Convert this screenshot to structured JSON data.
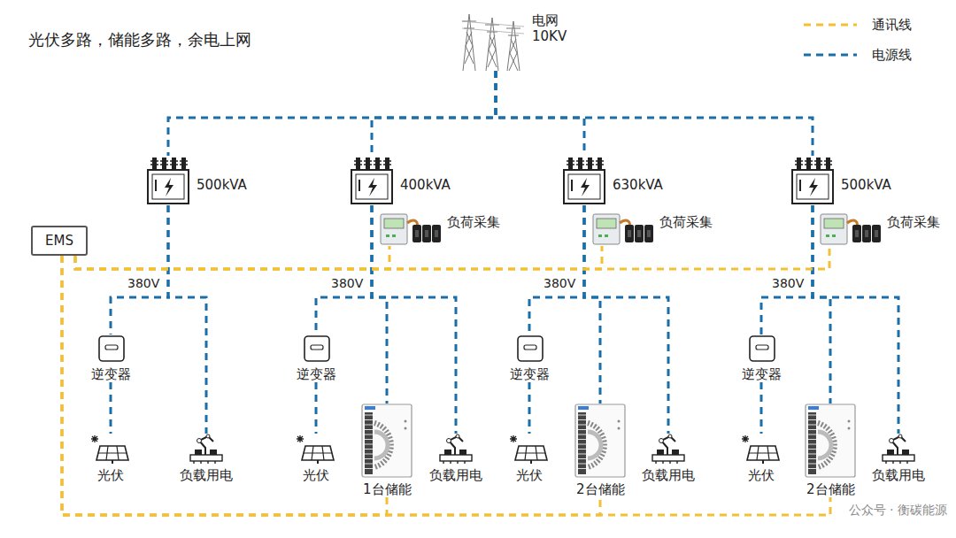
{
  "diagram": {
    "nodes": [
      {
        "text": [
          "电网 10KV"
        ]
      },
      {
        "text": [
          "500kVA"
        ]
      },
      {
        "text": [
          "400kVA"
        ]
      },
      {
        "text": [
          "630kVA"
        ]
      },
      {
        "text": [
          "500kVA"
        ]
      },
      {
        "text": [
          "EMS"
        ]
      },
      {
        "text": [
          "负荷采集"
        ]
      },
      {
        "text": [
          "负荷采集"
        ]
      },
      {
        "text": [
          "负荷采集"
        ]
      },
      {
        "text": [
          "逆变器"
        ]
      },
      {
        "text": [
          "逆变器"
        ]
      },
      {
        "text": [
          "逆变器"
        ]
      },
      {
        "text": [
          "逆变器"
        ]
      },
      {
        "text": [
          "光伏"
        ]
      },
      {
        "text": [
          "负载用电"
        ]
      },
      {
        "text": [
          "光伏"
        ]
      },
      {
        "text": [
          "1台储能"
        ]
      },
      {
        "text": [
          "负载用电"
        ]
      },
      {
        "text": [
          "光伏"
        ]
      },
      {
        "text": [
          "2台储能"
        ]
      },
      {
        "text": [
          "负载用电"
        ]
      },
      {
        "text": [
          "光伏"
        ]
      },
      {
        "text": [
          "2台储能"
        ]
      },
      {
        "text": [
          "负载用电"
        ]
      }
    ],
    "edges": [
      {
        "from": 0,
        "to": 1,
        "arrow": "none"
      },
      {
        "from": 0,
        "to": 2,
        "arrow": "none"
      },
      {
        "from": 0,
        "to": 3,
        "arrow": "none"
      },
      {
        "from": 0,
        "to": 4,
        "arrow": "none"
      },
      {
        "from": 1,
        "to": 9,
        "arrow": "none"
      },
      {
        "from": 1,
        "to": 14,
        "arrow": "none"
      },
      {
        "from": 9,
        "to": 13,
        "arrow": "none"
      },
      {
        "from": 2,
        "to": 10,
        "arrow": "none"
      },
      {
        "from": 2,
        "to": 16,
        "arrow": "none"
      },
      {
        "from": 2,
        "to": 17,
        "arrow": "none"
      },
      {
        "from": 10,
        "to": 15,
        "arrow": "none"
      },
      {
        "from": 3,
        "to": 11,
        "arrow": "none"
      },
      {
        "from": 3,
        "to": 19,
        "arrow": "none"
      },
      {
        "from": 3,
        "to": 20,
        "arrow": "none"
      },
      {
        "from": 11,
        "to": 18,
        "arrow": "none"
      },
      {
        "from": 4,
        "to": 12,
        "arrow": "none"
      },
      {
        "from": 4,
        "to": 22,
        "arrow": "none"
      },
      {
        "from": 4,
        "to": 23,
        "arrow": "none"
      },
      {
        "from": 12,
        "to": 21,
        "arrow": "none"
      },
      {
        "from": 5,
        "to": 6,
        "arrow": "none"
      },
      {
        "from": 5,
        "to": 7,
        "arrow": "none"
      },
      {
        "from": 5,
        "to": 8,
        "arrow": "none"
      },
      {
        "from": 5,
        "to": 16,
        "arrow": "none"
      },
      {
        "from": 5,
        "to": 19,
        "arrow": "none"
      },
      {
        "from": 5,
        "to": 22,
        "arrow": "none"
      }
    ],
    "labels": [
      "光伏多路，储能多路，余电上网",
      "380V",
      "380V",
      "380V",
      "380V",
      "公众号 · 衡碳能源"
    ],
    "legend": [
      {
        "text": "通讯线"
      },
      {
        "text": "电源线"
      }
    ]
  }
}
